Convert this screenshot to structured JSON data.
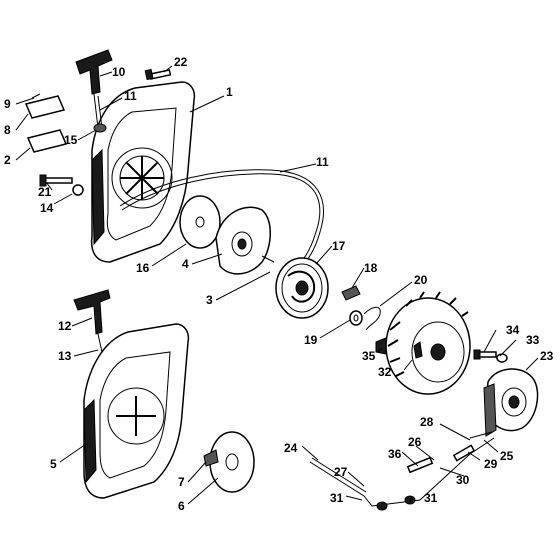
{
  "callouts": [
    {
      "id": "c1",
      "text": "1"
    },
    {
      "id": "c2",
      "text": "2"
    },
    {
      "id": "c3",
      "text": "3"
    },
    {
      "id": "c4",
      "text": "4"
    },
    {
      "id": "c5",
      "text": "5"
    },
    {
      "id": "c6",
      "text": "6"
    },
    {
      "id": "c7",
      "text": "7"
    },
    {
      "id": "c8",
      "text": "8"
    },
    {
      "id": "c9",
      "text": "9"
    },
    {
      "id": "c10",
      "text": "10"
    },
    {
      "id": "c11a",
      "text": "11"
    },
    {
      "id": "c11b",
      "text": "11"
    },
    {
      "id": "c12",
      "text": "12"
    },
    {
      "id": "c13",
      "text": "13"
    },
    {
      "id": "c14",
      "text": "14"
    },
    {
      "id": "c15",
      "text": "15"
    },
    {
      "id": "c16",
      "text": "16"
    },
    {
      "id": "c17",
      "text": "17"
    },
    {
      "id": "c18",
      "text": "18"
    },
    {
      "id": "c19",
      "text": "19"
    },
    {
      "id": "c20",
      "text": "20"
    },
    {
      "id": "c21",
      "text": "21"
    },
    {
      "id": "c22",
      "text": "22"
    },
    {
      "id": "c23",
      "text": "23"
    },
    {
      "id": "c24",
      "text": "24"
    },
    {
      "id": "c25",
      "text": "25"
    },
    {
      "id": "c26",
      "text": "26"
    },
    {
      "id": "c27",
      "text": "27"
    },
    {
      "id": "c28",
      "text": "28"
    },
    {
      "id": "c29",
      "text": "29"
    },
    {
      "id": "c30",
      "text": "30"
    },
    {
      "id": "c31a",
      "text": "31"
    },
    {
      "id": "c31b",
      "text": "31"
    },
    {
      "id": "c32",
      "text": "32"
    },
    {
      "id": "c33",
      "text": "33"
    },
    {
      "id": "c34",
      "text": "34"
    },
    {
      "id": "c35",
      "text": "35"
    },
    {
      "id": "c36",
      "text": "36"
    }
  ]
}
